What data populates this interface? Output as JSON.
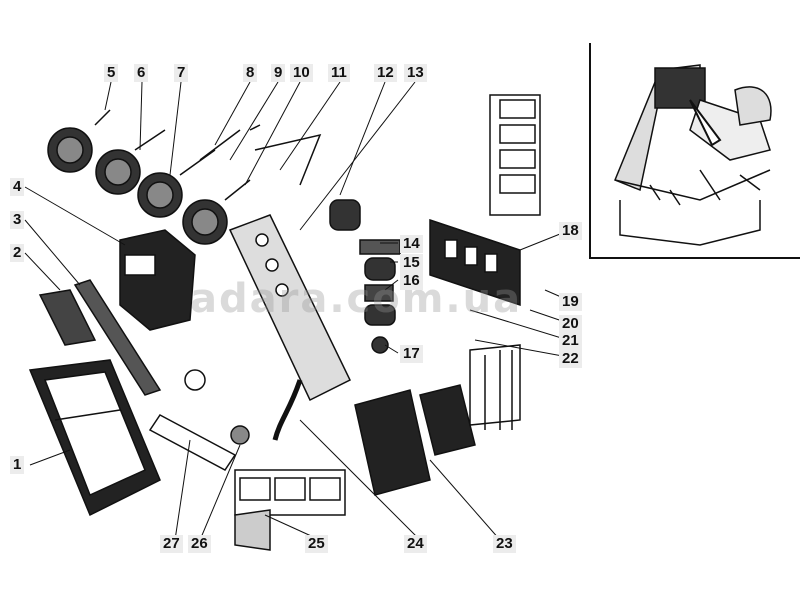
{
  "diagram": {
    "callouts": [
      {
        "id": "c1",
        "text": "1"
      },
      {
        "id": "c2",
        "text": "2"
      },
      {
        "id": "c3",
        "text": "3"
      },
      {
        "id": "c4",
        "text": "4"
      },
      {
        "id": "c5",
        "text": "5"
      },
      {
        "id": "c6",
        "text": "6"
      },
      {
        "id": "c7",
        "text": "7"
      },
      {
        "id": "c8",
        "text": "8"
      },
      {
        "id": "c9",
        "text": "9"
      },
      {
        "id": "c10",
        "text": "10"
      },
      {
        "id": "c11",
        "text": "11"
      },
      {
        "id": "c12",
        "text": "12"
      },
      {
        "id": "c13",
        "text": "13"
      },
      {
        "id": "c14",
        "text": "14"
      },
      {
        "id": "c15",
        "text": "15"
      },
      {
        "id": "c16",
        "text": "16"
      },
      {
        "id": "c17",
        "text": "17"
      },
      {
        "id": "c18",
        "text": "18"
      },
      {
        "id": "c19",
        "text": "19"
      },
      {
        "id": "c20",
        "text": "20"
      },
      {
        "id": "c21",
        "text": "21"
      },
      {
        "id": "c22",
        "text": "22"
      },
      {
        "id": "c23",
        "text": "23"
      },
      {
        "id": "c24",
        "text": "24"
      },
      {
        "id": "c25",
        "text": "25"
      },
      {
        "id": "c26",
        "text": "26"
      },
      {
        "id": "c27",
        "text": "27"
      }
    ],
    "watermark": "adara.com.ua",
    "colors": {
      "ink": "#111111",
      "paper": "#ffffff",
      "label_bg": "#ececec"
    }
  }
}
